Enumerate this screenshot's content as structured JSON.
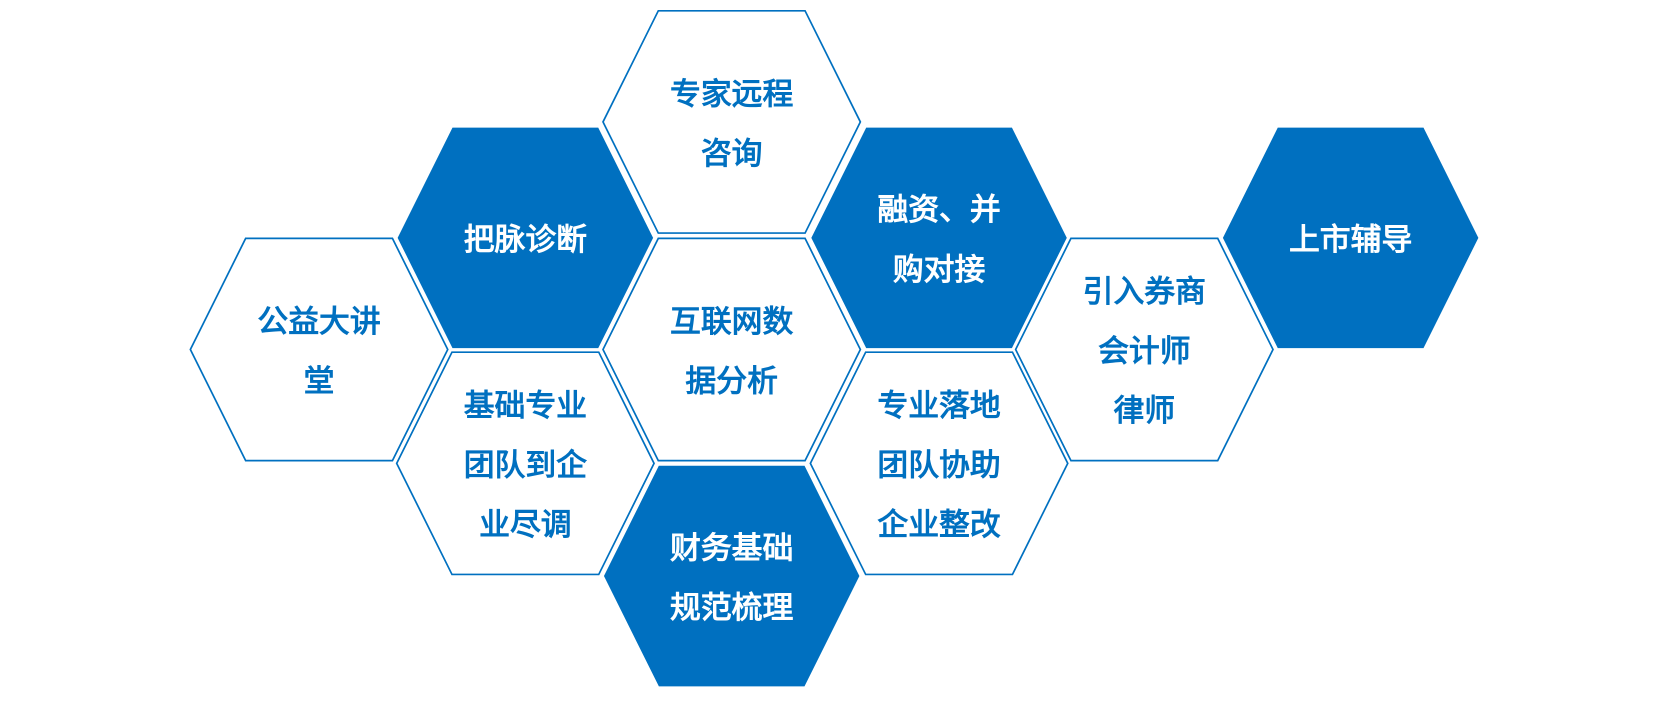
{
  "colors": {
    "accent": "#0070C0",
    "background": "#FFFFFF"
  },
  "hexagons": [
    {
      "id": "public-lecture",
      "style": "outline",
      "lines": [
        "公益大讲",
        "堂"
      ]
    },
    {
      "id": "diagnosis",
      "style": "filled",
      "lines": [
        "把脉诊断"
      ]
    },
    {
      "id": "expert-remote-consulting",
      "style": "outline",
      "lines": [
        "专家远程",
        "咨询"
      ]
    },
    {
      "id": "internet-data-analysis",
      "style": "outline",
      "lines": [
        "互联网数",
        "据分析"
      ]
    },
    {
      "id": "due-diligence",
      "style": "outline",
      "lines": [
        "基础专业",
        "团队到企",
        "业尽调"
      ]
    },
    {
      "id": "finance-standardization",
      "style": "filled",
      "lines": [
        "财务基础",
        "规范梳理"
      ]
    },
    {
      "id": "financing-ma",
      "style": "filled",
      "lines": [
        "融资、并",
        "购对接"
      ]
    },
    {
      "id": "rectification",
      "style": "outline",
      "lines": [
        "专业落地",
        "团队协助",
        "企业整改"
      ]
    },
    {
      "id": "intermediaries",
      "style": "outline",
      "lines": [
        "引入券商",
        "会计师",
        "律师"
      ]
    },
    {
      "id": "ipo-guidance",
      "style": "filled",
      "lines": [
        "上市辅导"
      ]
    }
  ]
}
